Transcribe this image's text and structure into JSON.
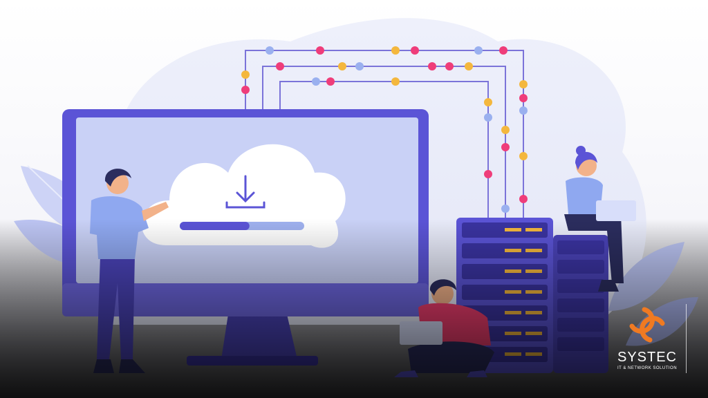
{
  "brand": {
    "name": "SYSTEC",
    "tagline": "IT & NETWORK SOLUTION",
    "logo_icon": "interlocking-rings-logo",
    "accent_color": "#f07a22"
  },
  "illustration": {
    "subject": "cloud-download-to-server",
    "progress_fraction": 0.56,
    "colors": {
      "primary": "#5b54d6",
      "light": "#b9c3f3",
      "background_fade": "#ffffff",
      "dots": [
        "#ef3d7a",
        "#f4b73d",
        "#9ab0ef"
      ]
    }
  }
}
